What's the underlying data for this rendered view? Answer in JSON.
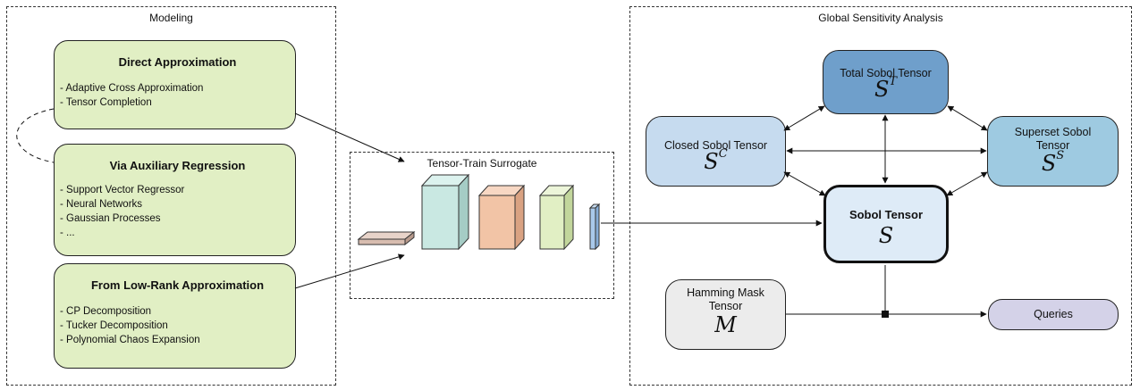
{
  "modeling": {
    "title": "Modeling",
    "direct": {
      "title": "Direct Approximation",
      "items": [
        "Adaptive Cross Approximation",
        "Tensor Completion"
      ]
    },
    "auxiliary": {
      "title": "Via Auxiliary Regression",
      "items": [
        "Support Vector Regressor",
        "Neural Networks",
        "Gaussian Processes",
        "..."
      ]
    },
    "lowrank": {
      "title": "From Low-Rank Approximation",
      "items": [
        "CP Decomposition",
        "Tucker Decomposition",
        "Polynomial Chaos Expansion"
      ]
    }
  },
  "surrogate": {
    "title": "Tensor-Train Surrogate"
  },
  "gsa": {
    "title": "Global Sensitivity Analysis",
    "total": {
      "label": "Total Sobol Tensor",
      "symbol": "S",
      "sup": "T"
    },
    "closed": {
      "label": "Closed Sobol Tensor",
      "symbol": "S",
      "sup": "C"
    },
    "superset": {
      "label": "Superset Sobol Tensor",
      "symbol": "S",
      "sup": "S"
    },
    "sobol": {
      "label": "Sobol Tensor",
      "symbol": "S"
    },
    "hamming": {
      "label": "Hamming Mask Tensor",
      "symbol": "M"
    },
    "queries": {
      "label": "Queries"
    }
  },
  "colors": {
    "green_fill": "#e1efc4",
    "total_fill": "#6f9fcb",
    "closed_fill": "#c6dbef",
    "superset_fill": "#9ecae1",
    "sobol_fill": "#deebf7",
    "hamming_fill": "#ececec",
    "queries_fill": "#d4d2e8"
  }
}
